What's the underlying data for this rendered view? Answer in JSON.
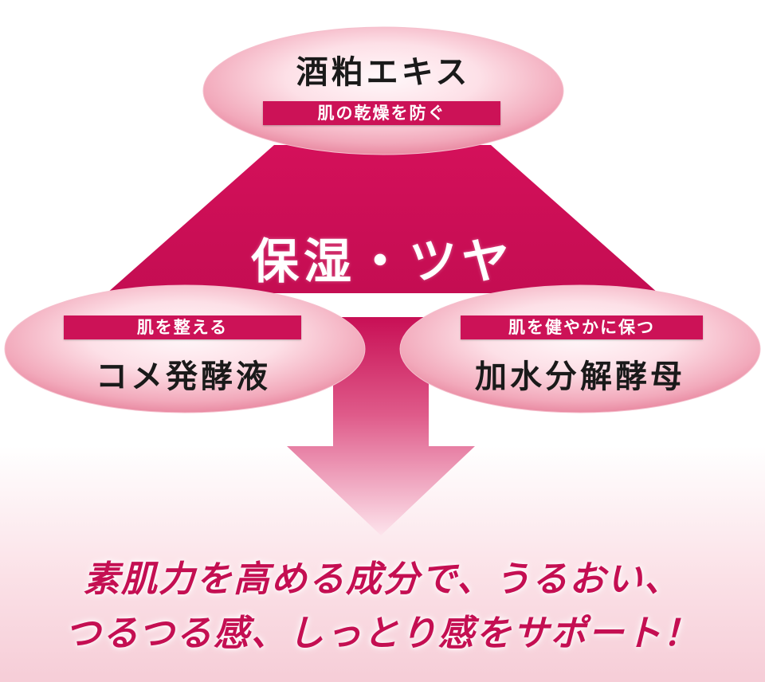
{
  "top": {
    "name": "酒粕エキス",
    "benefit": "肌の乾燥を防ぐ"
  },
  "center": {
    "label": "保湿・ツヤ"
  },
  "left": {
    "benefit": "肌を整える",
    "name": "コメ発酵液"
  },
  "right": {
    "benefit": "肌を健やかに保つ",
    "name": "加水分解酵母"
  },
  "claim": {
    "line1": "素肌力を高める成分で、うるおい、",
    "line2": "つるつる感、しっとり感をサポート！"
  },
  "colors": {
    "accent": "#cc1257",
    "oval_light": "#fff5f7",
    "oval_dark": "#f1a7b9",
    "claim_text": "#c40f52"
  }
}
